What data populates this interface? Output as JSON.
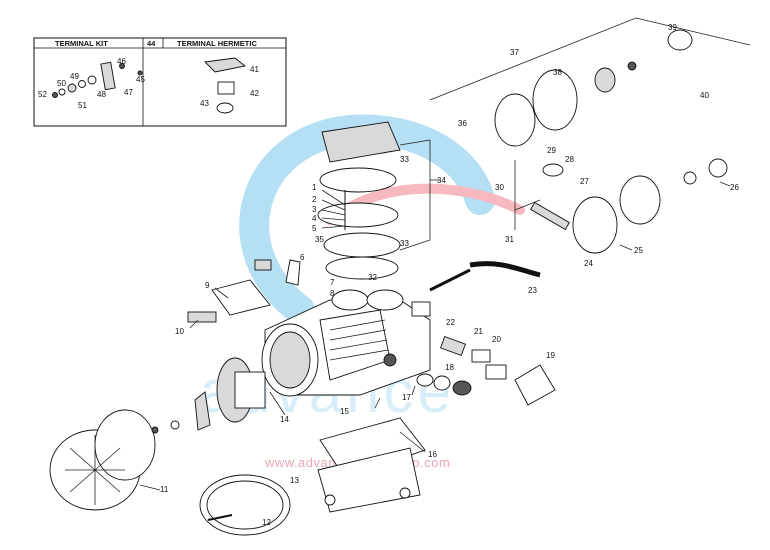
{
  "inset": {
    "left_header": "TERMINAL KIT",
    "mid_header": "44",
    "right_header": "TERMINAL HERMETIC",
    "left_labels": [
      "46",
      "45",
      "47",
      "50",
      "49",
      "48",
      "52",
      "51"
    ],
    "right_labels": [
      "41",
      "42",
      "43"
    ]
  },
  "callouts": [
    "1",
    "2",
    "3",
    "4",
    "5",
    "6",
    "7",
    "8",
    "9",
    "10",
    "11",
    "12",
    "13",
    "14",
    "15",
    "16",
    "17",
    "18",
    "19",
    "20",
    "21",
    "22",
    "23",
    "24",
    "25",
    "26",
    "27",
    "28",
    "29",
    "30",
    "31",
    "32",
    "33",
    "34",
    "35",
    "36",
    "37",
    "38",
    "39",
    "40"
  ],
  "watermark": {
    "url": "www.advanceworldgroup.com",
    "brand": "advance",
    "brand_color": "#2aa6e0",
    "accent_color": "#e53a4b"
  }
}
